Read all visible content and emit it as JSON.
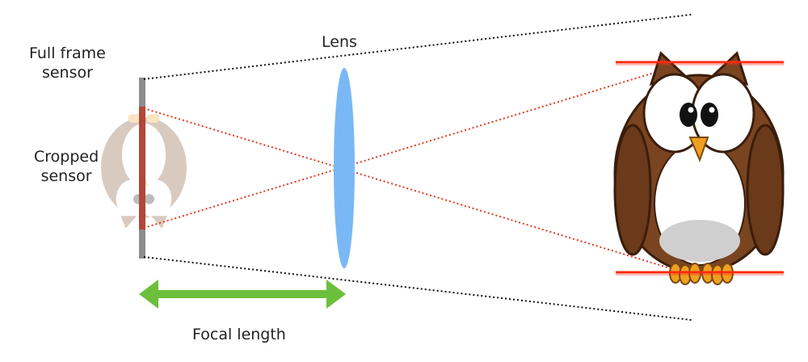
{
  "labels": {
    "full_frame_line1": "Full frame",
    "full_frame_line2": "sensor",
    "cropped_line1": "Cropped",
    "cropped_line2": "sensor",
    "lens": "Lens",
    "focal_length": "Focal length"
  },
  "colors": {
    "full_frame_rays": "#111111",
    "cropped_rays": "#e03a1e",
    "lens": "#7ab8f5",
    "focal_arrow": "#6cbf3b",
    "sensor_full": "#8c8c8c",
    "sensor_crop": "#b83a2a",
    "owl_body": "#7a4420",
    "owl_belly": "#ffffff",
    "crop_marks": "#ff2a10"
  },
  "icons": {
    "subject": "owl-icon",
    "projected_image": "inverted-owl-icon"
  }
}
